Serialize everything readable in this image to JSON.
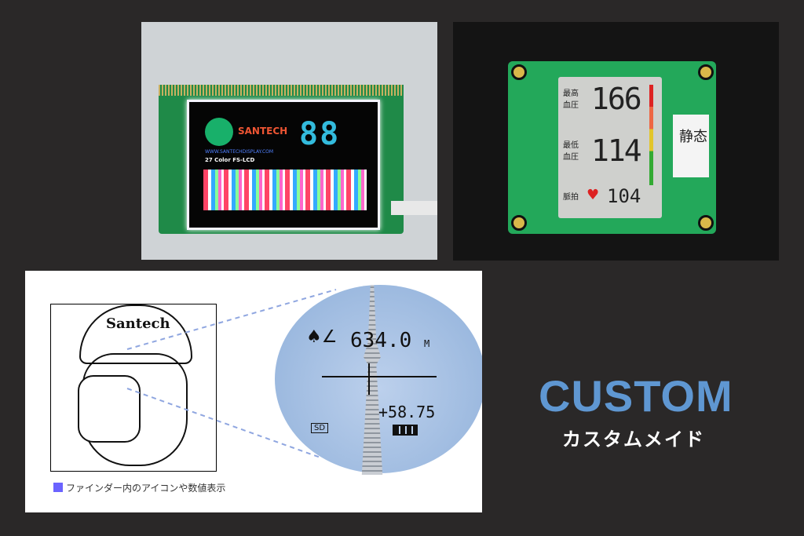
{
  "panel_tft": {
    "brand": "SANTECH",
    "url": "WWW.SANTECHDISPLAY.COM",
    "subtitle": "27 Color FS-LCD",
    "digits": "88"
  },
  "panel_segment": {
    "systolic_label": "最高\n血圧",
    "diastolic_label": "最低\n血圧",
    "pulse_label": "脈拍",
    "systolic": "166",
    "diastolic": "114",
    "pulse": "104",
    "note": "静态"
  },
  "panel_rangefinder": {
    "cap_text": "Santech",
    "distance": "634.0",
    "distance_unit": "M",
    "height": "+58.75",
    "sd": "SD",
    "caption": "ファインダー内のアイコンや数値表示"
  },
  "heading": {
    "title": "CUSTOM",
    "subtitle": "カスタムメイド"
  },
  "colors": {
    "background": "#2a2828",
    "title": "#5f97d2",
    "caption_marker": "#6b63ff"
  }
}
